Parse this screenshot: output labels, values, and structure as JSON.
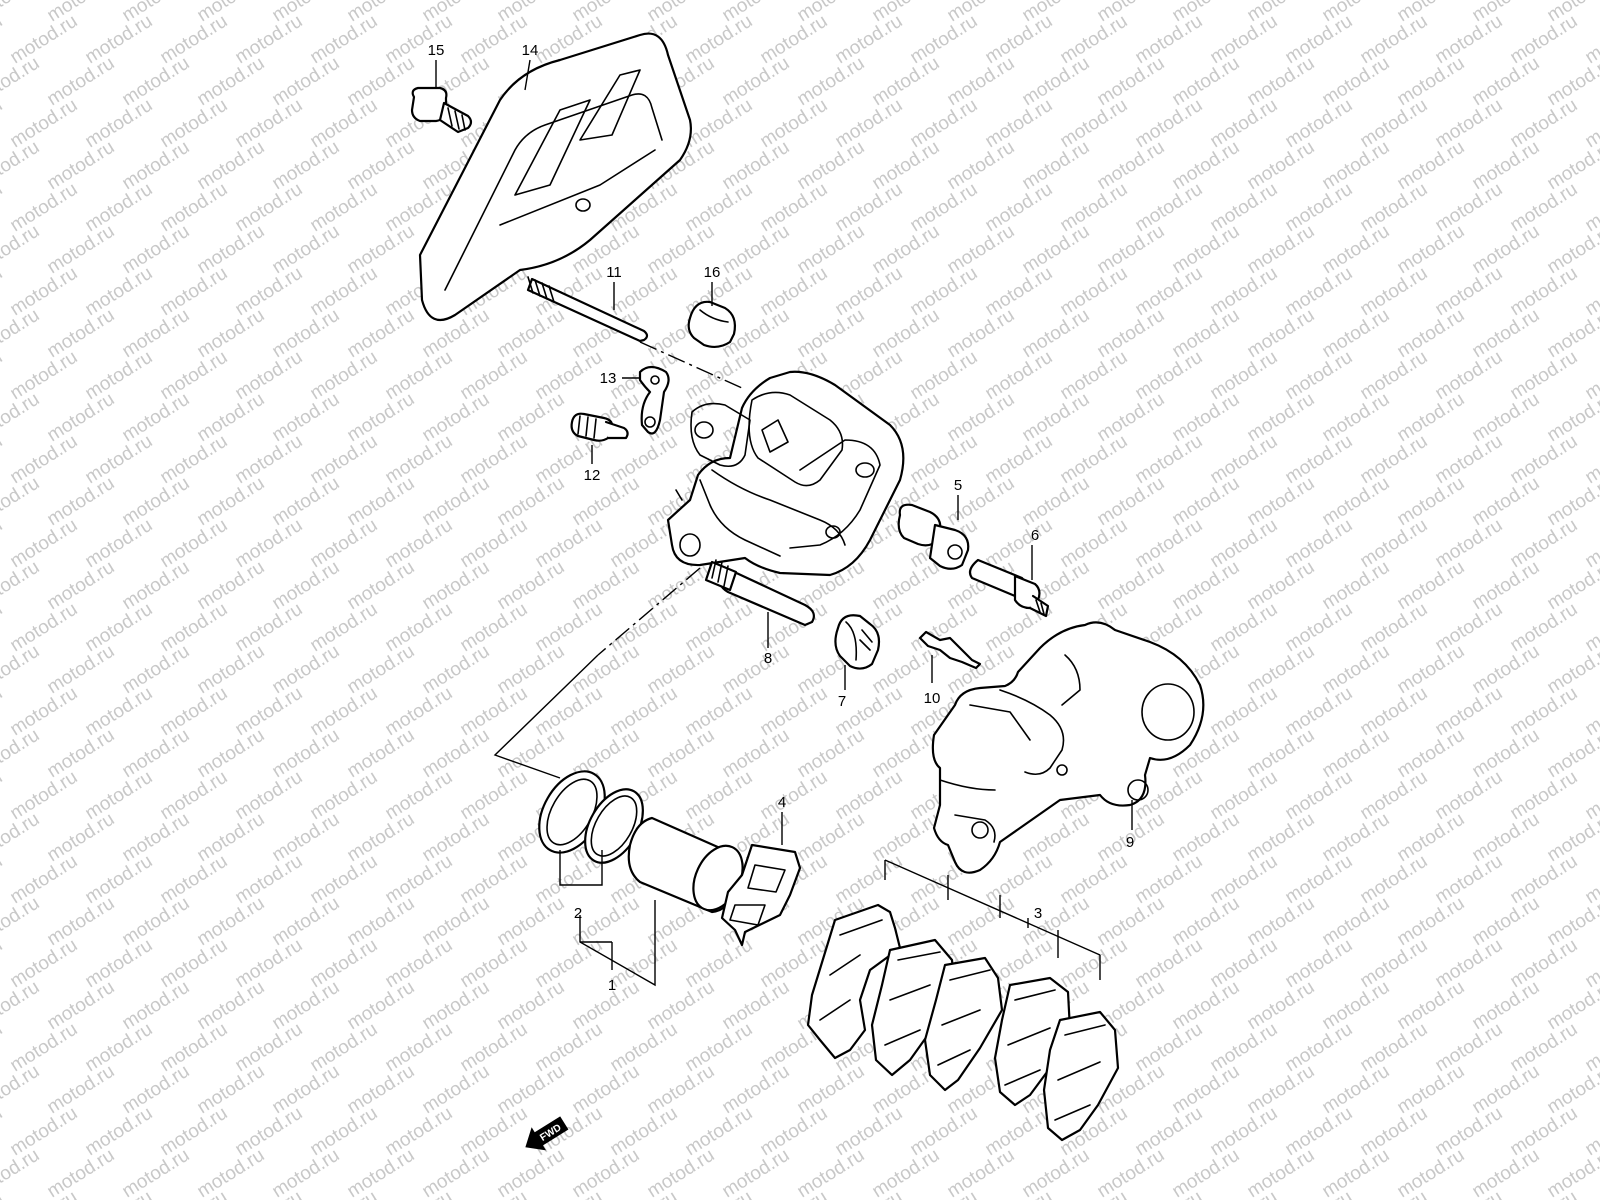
{
  "watermark": "motod.ru",
  "callouts": [
    "1",
    "2",
    "3",
    "4",
    "5",
    "6",
    "7",
    "8",
    "9",
    "10",
    "11",
    "12",
    "13",
    "14",
    "15",
    "16"
  ],
  "fwd_label": "FWD",
  "colors": {
    "line": "#000000",
    "background": "#ffffff",
    "watermark": "#c8c8c8"
  }
}
